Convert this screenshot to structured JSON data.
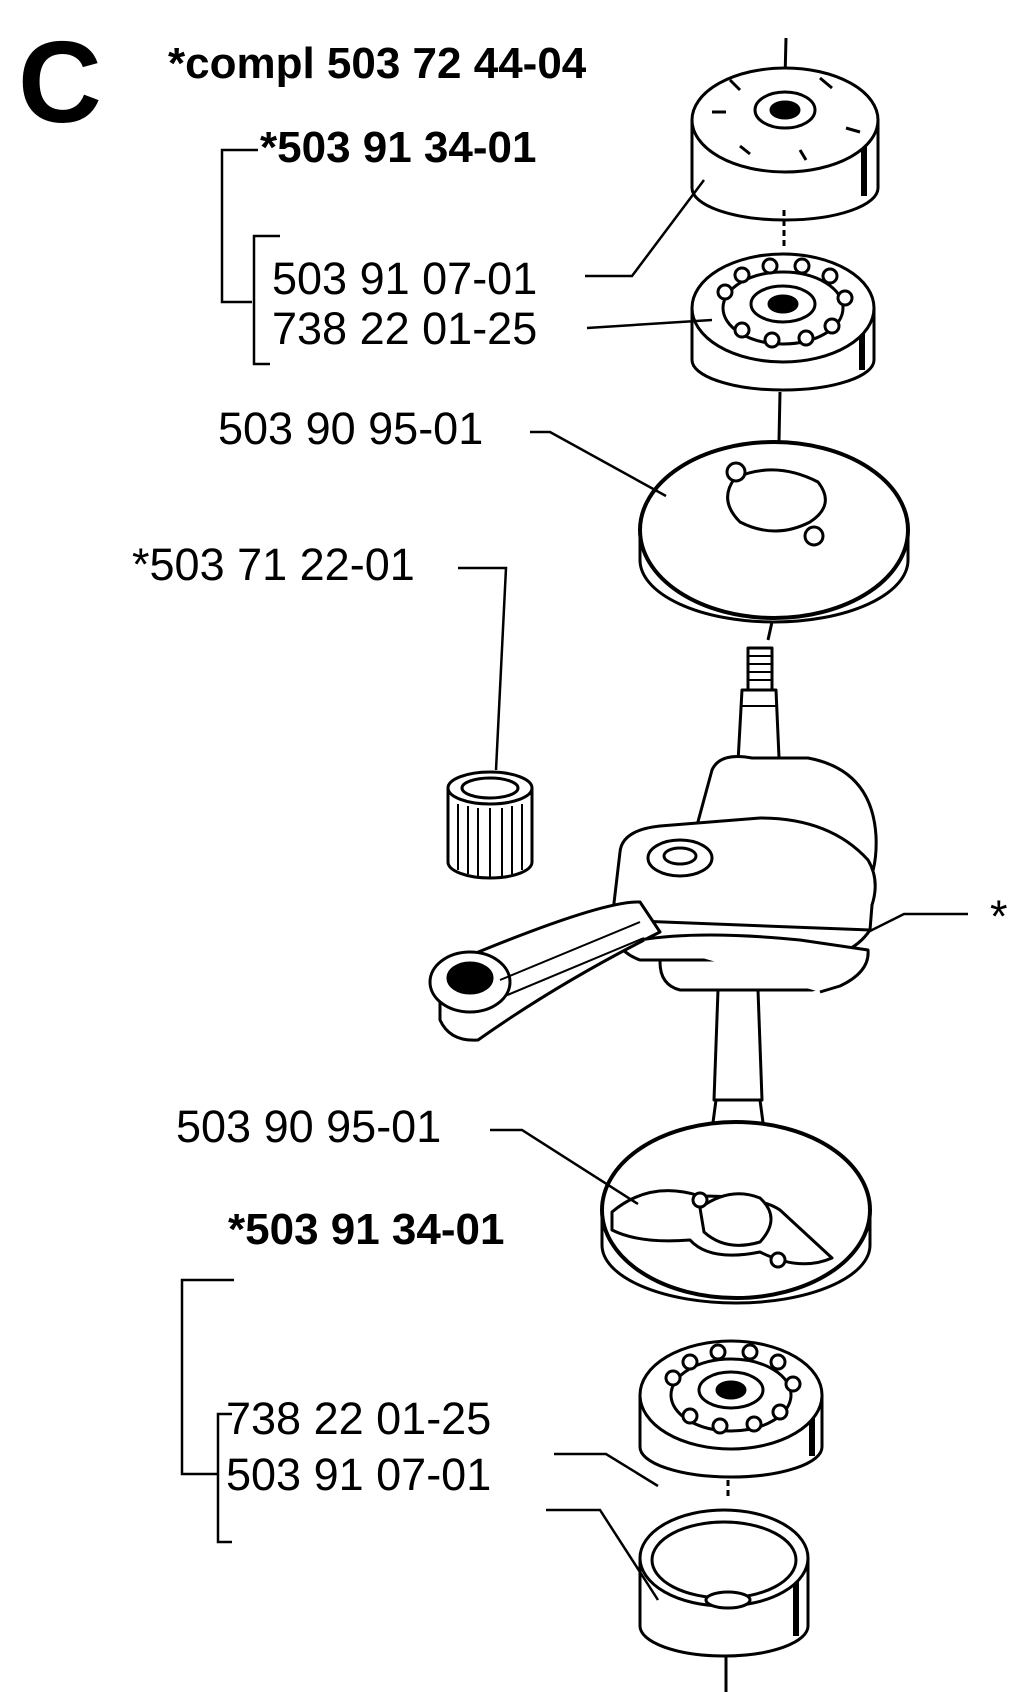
{
  "diagram": {
    "section_letter": "C",
    "labels": {
      "complete_assembly": "*compl 503 72 44-04",
      "upper_kit": "*503 91 34-01",
      "upper_seal": "503 91 07-01",
      "upper_bearing": "738 22 01-25",
      "upper_washer": "503 90 95-01",
      "needle_bearing": "*503 71 22-01",
      "crank_asterisk": "*",
      "lower_washer": "503 90 95-01",
      "lower_kit": "*503 91 34-01",
      "lower_bearing": "738 22 01-25",
      "lower_seal": "503 91 07-01"
    }
  }
}
